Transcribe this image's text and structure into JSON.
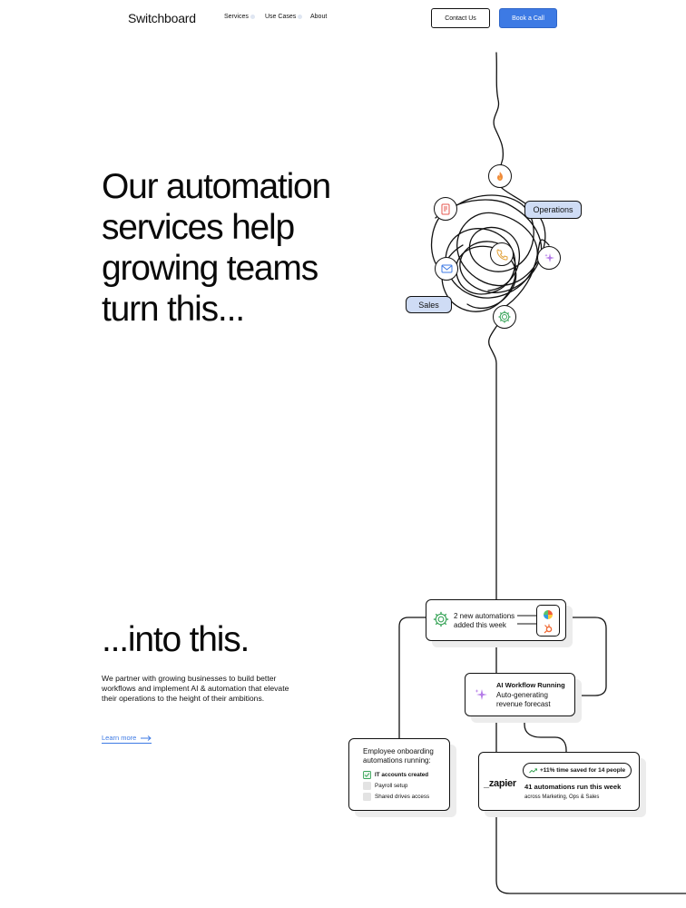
{
  "nav": {
    "logo": "Switchboard",
    "items": [
      {
        "label": "Services",
        "has_dropdown": true
      },
      {
        "label": "Use Cases",
        "has_dropdown": true
      },
      {
        "label": "About",
        "has_dropdown": false
      }
    ],
    "contact_label": "Contact Us",
    "book_label": "Book a Call"
  },
  "hero": {
    "title_lines": [
      "Our automation",
      "services help",
      "growing teams",
      "turn this..."
    ],
    "bubbles": {
      "operations": "Operations",
      "sales": "Sales"
    }
  },
  "solution": {
    "title": "...into this.",
    "body": "We partner with growing businesses to build better workflows and implement AI & automation that elevate their operations to the height of their ambitions.",
    "learn_more": "Learn more"
  },
  "cards": {
    "automations": {
      "line1": "2 new automations",
      "line2": "added this week"
    },
    "ai": {
      "title": "AI Workflow Running",
      "line1": "Auto-generating",
      "line2": "revenue forecast"
    },
    "onboarding": {
      "title_line1": "Employee onboarding",
      "title_line2": "automations running:",
      "tasks": [
        {
          "label": "IT accounts created",
          "done": true
        },
        {
          "label": "Payroll setup",
          "done": false
        },
        {
          "label": "Shared drives access",
          "done": false
        }
      ]
    },
    "zapier": {
      "logo": "_zapier",
      "badge": "+11% time saved for 14 people",
      "headline": "41 automations run this week",
      "sub": "across Marketing, Ops & Sales"
    }
  },
  "colors": {
    "accent": "#3d7ae4",
    "bubble": "#cfdcf5",
    "badge_green": "#2e9e4d"
  }
}
